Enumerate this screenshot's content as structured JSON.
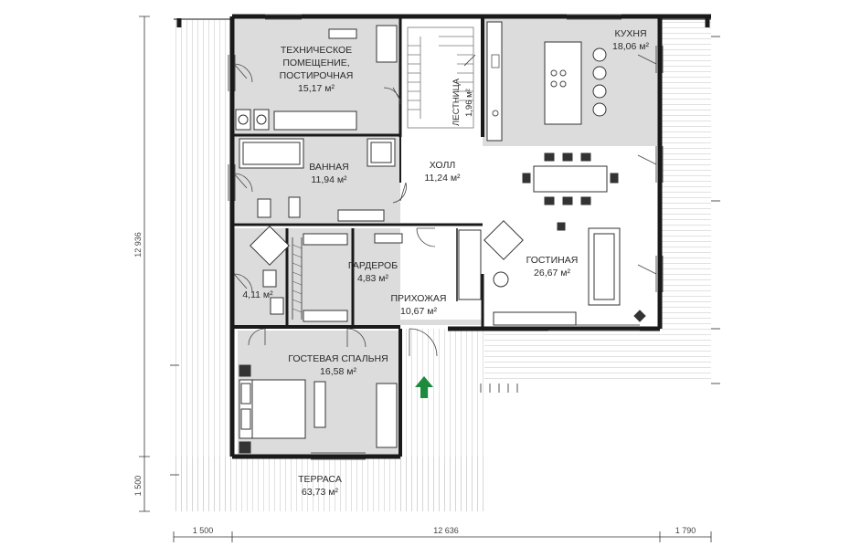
{
  "rooms": {
    "tech": {
      "name_lines": [
        "ТЕХНИЧЕСКОЕ",
        "ПОМЕЩЕНИЕ,",
        "ПОСТИРОЧНАЯ"
      ],
      "area": "15,17 м²"
    },
    "bath": {
      "name": "ВАННАЯ",
      "area": "11,94 м²"
    },
    "hall": {
      "name": "ХОЛЛ",
      "area": "11,24 м²"
    },
    "stairs": {
      "name": "ЛЕСТНИЦА",
      "area": "1,96 м²"
    },
    "kitchen": {
      "name": "КУХНЯ",
      "area": "18,06 м²"
    },
    "living": {
      "name": "ГОСТИНАЯ",
      "area": "26,67 м²"
    },
    "wardrobe": {
      "name": "ГАРДЕРОБ",
      "area": "4,83 м²"
    },
    "entry": {
      "name": "ПРИХОЖАЯ",
      "area": "10,67 м²"
    },
    "wc": {
      "area": "4,11 м²"
    },
    "guest": {
      "name": "ГОСТЕВАЯ СПАЛЬНЯ",
      "area": "16,58 м²"
    },
    "terrace": {
      "name": "ТЕРРАСА",
      "area": "63,73 м²"
    }
  },
  "dimensions": {
    "left_total": "12 936",
    "left_bottom": "1 500",
    "bottom_left": "1 500",
    "bottom_mid": "12 636",
    "bottom_right": "1 790"
  },
  "colors": {
    "room_fill": "#dcdcdc",
    "wall": "#1a1a1a",
    "entrance_arrow": "#1e8a3c"
  },
  "icons": {
    "entrance": "entrance-arrow-icon"
  }
}
